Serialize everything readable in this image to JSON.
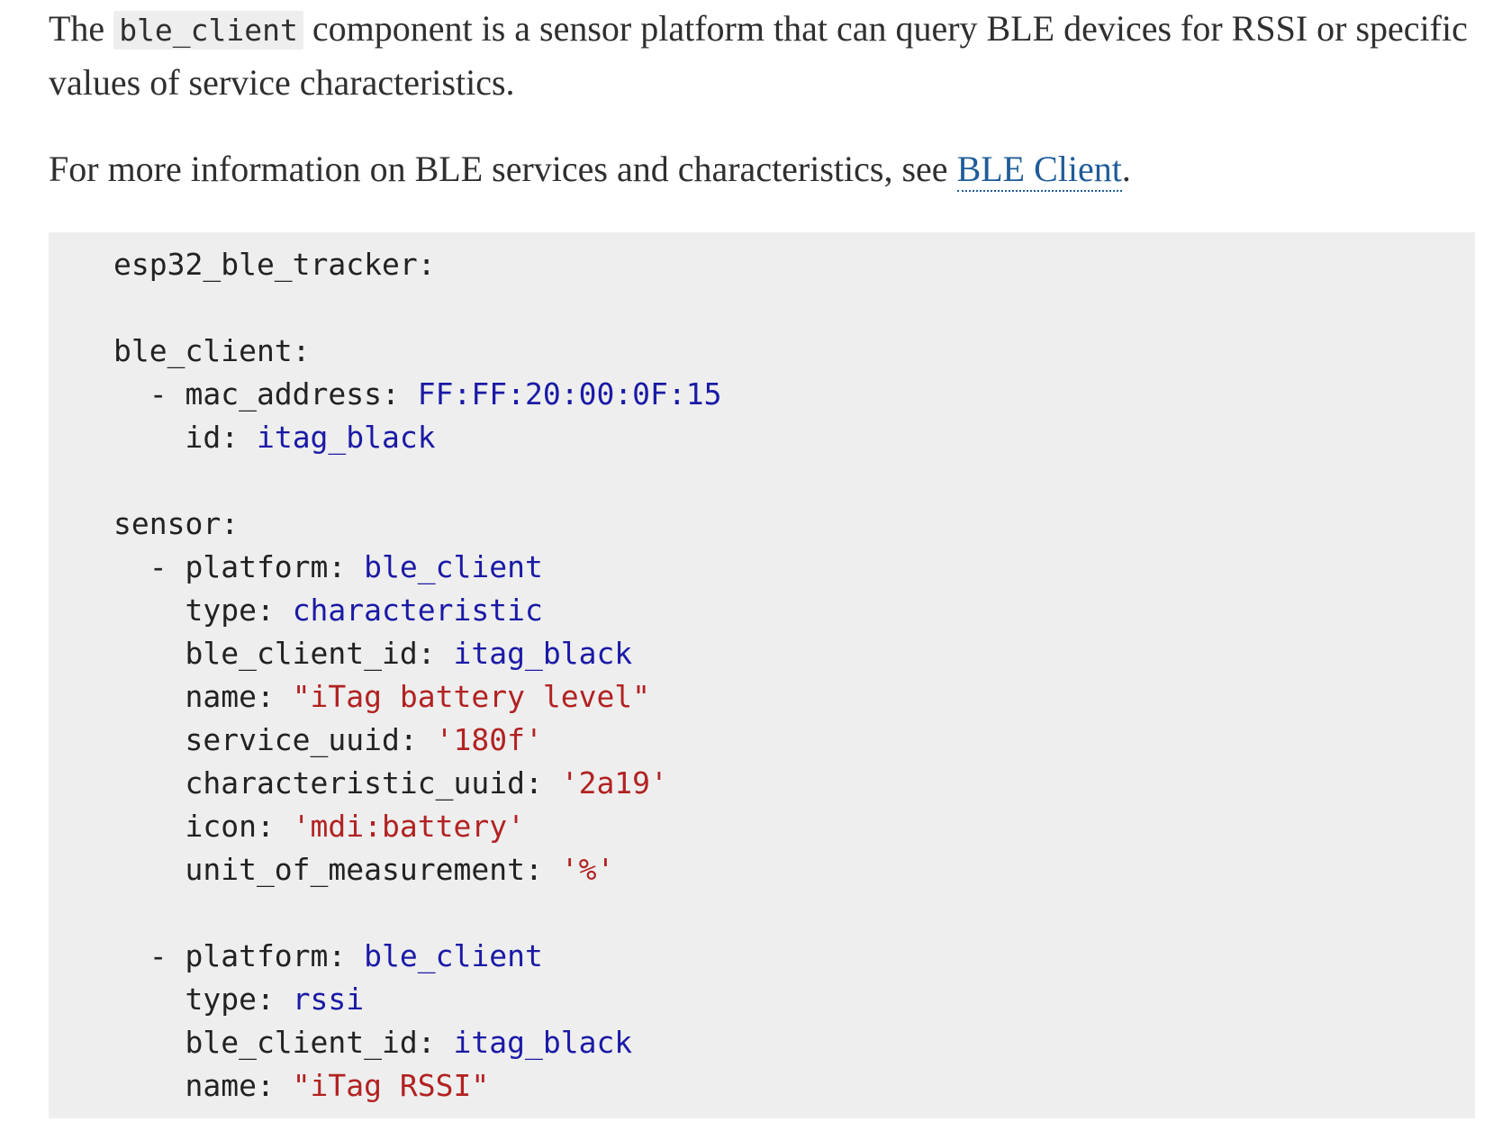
{
  "intro": {
    "text_before": "The ",
    "inline_code": "ble_client",
    "text_after": " component is a sensor platform that can query BLE devices for RSSI or specific values of service characteristics."
  },
  "more_info": {
    "text_before": "For more information on BLE services and characteristics, see ",
    "link_label": "BLE Client",
    "text_after": "."
  },
  "code": {
    "tracker_key": "esp32_ble_tracker:",
    "ble_client_key": "ble_client:",
    "mac_key": "  - mac_address: ",
    "mac_value": "FF:FF:20:00:0F:15",
    "id_key": "    id: ",
    "id_value": "itag_black",
    "sensor_key": "sensor:",
    "s1_platform_key": "  - platform: ",
    "s1_platform_value": "ble_client",
    "s1_type_key": "    type: ",
    "s1_type_value": "characteristic",
    "s1_client_id_key": "    ble_client_id: ",
    "s1_client_id_value": "itag_black",
    "s1_name_key": "    name: ",
    "s1_name_value": "\"iTag battery level\"",
    "s1_service_key": "    service_uuid: ",
    "s1_service_value": "'180f'",
    "s1_char_key": "    characteristic_uuid: ",
    "s1_char_value": "'2a19'",
    "s1_icon_key": "    icon: ",
    "s1_icon_value": "'mdi:battery'",
    "s1_unit_key": "    unit_of_measurement: ",
    "s1_unit_value": "'%'",
    "s2_platform_key": "  - platform: ",
    "s2_platform_value": "ble_client",
    "s2_type_key": "    type: ",
    "s2_type_value": "rssi",
    "s2_client_id_key": "    ble_client_id: ",
    "s2_client_id_value": "itag_black",
    "s2_name_key": "    name: ",
    "s2_name_value": "\"iTag RSSI\""
  },
  "colors": {
    "link": "#1f5c99",
    "code_background": "#eeeeee",
    "yaml_value": "#1a1aa6",
    "yaml_string": "#b22222"
  }
}
